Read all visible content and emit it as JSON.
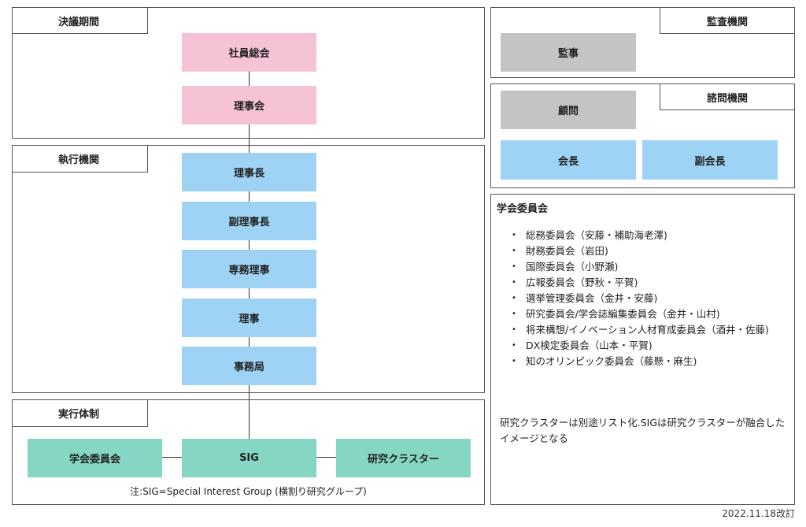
{
  "sections": {
    "decision": "決議期間",
    "executive": "執行機関",
    "implementation": "実行体制",
    "audit": "監査機関",
    "advisory": "諮問機関"
  },
  "nodes": {
    "general_assembly": "社員総会",
    "board": "理事会",
    "chairman": "理事長",
    "vice_chairman": "副理事長",
    "managing_director": "専務理事",
    "director": "理事",
    "secretariat": "事務局",
    "committee_node": "学会委員会",
    "sig": "SIG",
    "research_cluster": "研究クラスター",
    "auditor": "監事",
    "advisor": "顧問",
    "president": "会長",
    "vice_president": "副会長"
  },
  "sig_note": "注:SIG=Special Interest Group (横割り研究グループ)",
  "committees": {
    "title": "学会委員会",
    "items": [
      "総務委員会（安藤・補助海老澤)",
      "財務委員会（岩田)",
      "国際委員会（小野瀬)",
      "広報委員会（野秋・平賀)",
      "選挙管理委員会（金井・安藤)",
      "研究委員会/学会誌編集委員会（金井・山村)",
      "将来構想/イノベーション人材育成委員会（酒井・佐藤)",
      "DX検定委員会（山本・平賀)",
      "知のオリンピック委員会（藤懸・麻生)"
    ],
    "description": "研究クラスターは別途リスト化.SIGは研究クラスターが融合したイメージとなる"
  },
  "revision": "2022.11.18改訂",
  "colors": {
    "decision_nodes": "#f5c2d6",
    "executive_nodes": "#9fd3f6",
    "implementation_nodes": "#85d6c2",
    "audit_advisory_nodes": "#c4c4c4"
  }
}
